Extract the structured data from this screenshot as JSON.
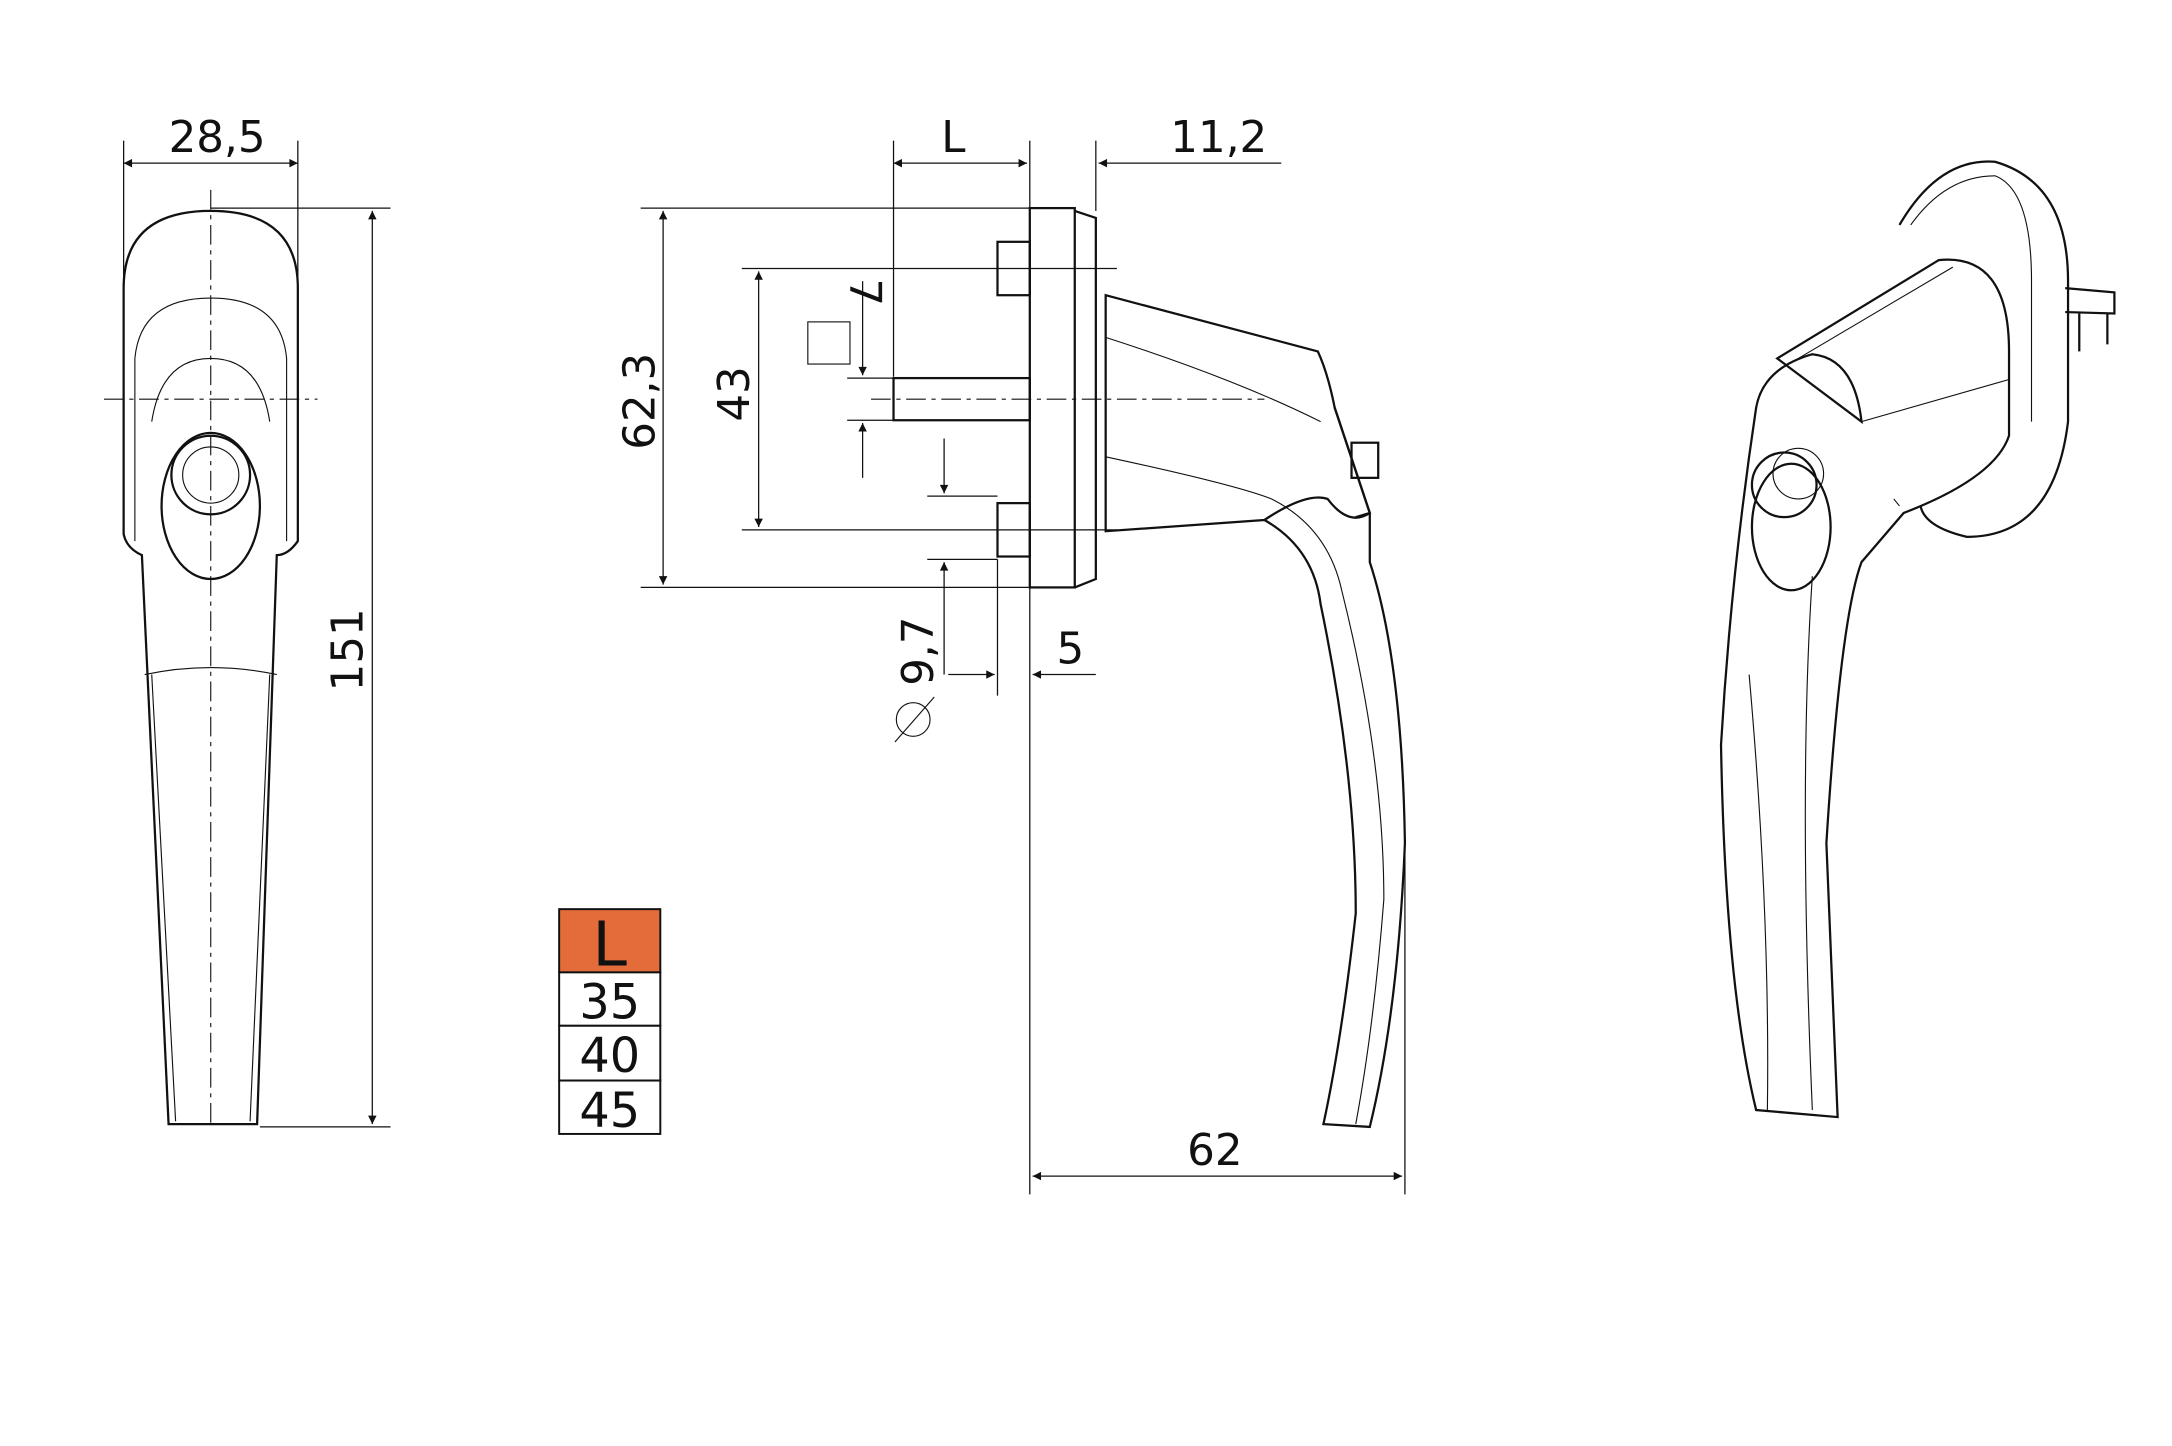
{
  "dimensions": {
    "width_front": "28,5",
    "height_total": "151",
    "spindle_length": "L",
    "rosette_depth": "11,2",
    "rosette_height": "62,3",
    "screw_spacing": "43",
    "square_spindle": "7",
    "screw_diameter": "9,7",
    "screw_offset": "5",
    "lever_reach": "62"
  },
  "length_table": {
    "header": "L",
    "values": [
      "35",
      "40",
      "45"
    ],
    "header_color": "#E36C3A"
  }
}
